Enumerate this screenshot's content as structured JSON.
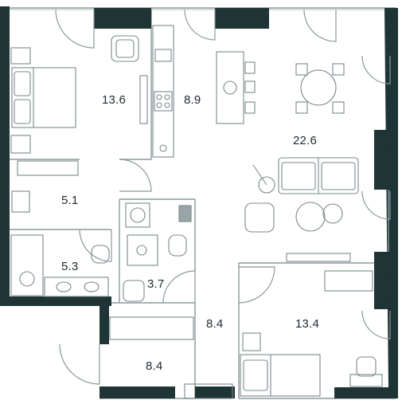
{
  "rooms": [
    {
      "id": "bedroom-1",
      "area": "13.6"
    },
    {
      "id": "kitchen",
      "area": "8.9"
    },
    {
      "id": "living",
      "area": "22.6"
    },
    {
      "id": "wardrobe",
      "area": "5.1"
    },
    {
      "id": "bathroom",
      "area": "5.3"
    },
    {
      "id": "wc",
      "area": "3.7"
    },
    {
      "id": "hall-corridor",
      "area": "8.4"
    },
    {
      "id": "hall-entry",
      "area": "8.4"
    },
    {
      "id": "bedroom-2",
      "area": "13.4"
    }
  ],
  "colors": {
    "wall": "#1f3435",
    "line": "#8b989b",
    "furniture": "#7b888b",
    "label": "#1d2a2c"
  }
}
